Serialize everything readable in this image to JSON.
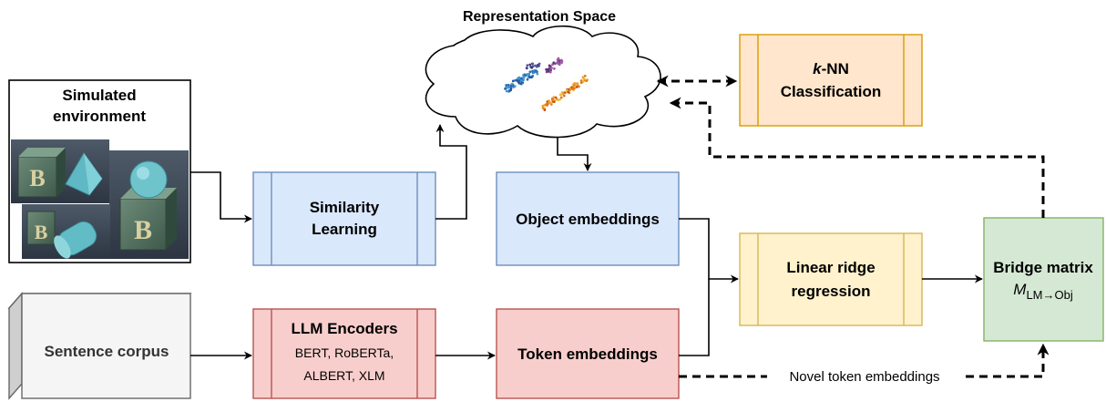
{
  "title": "Representation Space",
  "nodes": {
    "simulated_environment": {
      "line1": "Simulated",
      "line2": "environment",
      "block_letter": "B"
    },
    "sentence_corpus": {
      "label": "Sentence corpus"
    },
    "similarity_learning": {
      "line1": "Similarity",
      "line2": "Learning"
    },
    "llm_encoders": {
      "title": "LLM Encoders",
      "line1": "BERT, RoBERTa,",
      "line2": "ALBERT, XLM"
    },
    "object_embeddings": {
      "label": "Object embeddings"
    },
    "token_embeddings": {
      "label": "Token embeddings"
    },
    "knn": {
      "prefix": "k",
      "line1_rest": "-NN",
      "line2": "Classification"
    },
    "linear_ridge": {
      "line1": "Linear ridge",
      "line2": "regression"
    },
    "bridge_matrix": {
      "title": "Bridge matrix",
      "symbol": "M",
      "subscript": "LM→Obj"
    }
  },
  "edges": {
    "novel_label": "Novel token embeddings"
  },
  "colors": {
    "blue_fill": "#dae8fc",
    "blue_stroke": "#6c8ebf",
    "red_fill": "#f8cecc",
    "red_stroke": "#b85450",
    "yellow_fill": "#fff2cc",
    "yellow_stroke": "#d6b656",
    "orange_fill": "#ffe6cc",
    "orange_stroke": "#d79b00",
    "green_fill": "#d5e8d4",
    "green_stroke": "#82b366",
    "gray_fill": "#f5f5f5",
    "gray_stroke": "#666666"
  }
}
